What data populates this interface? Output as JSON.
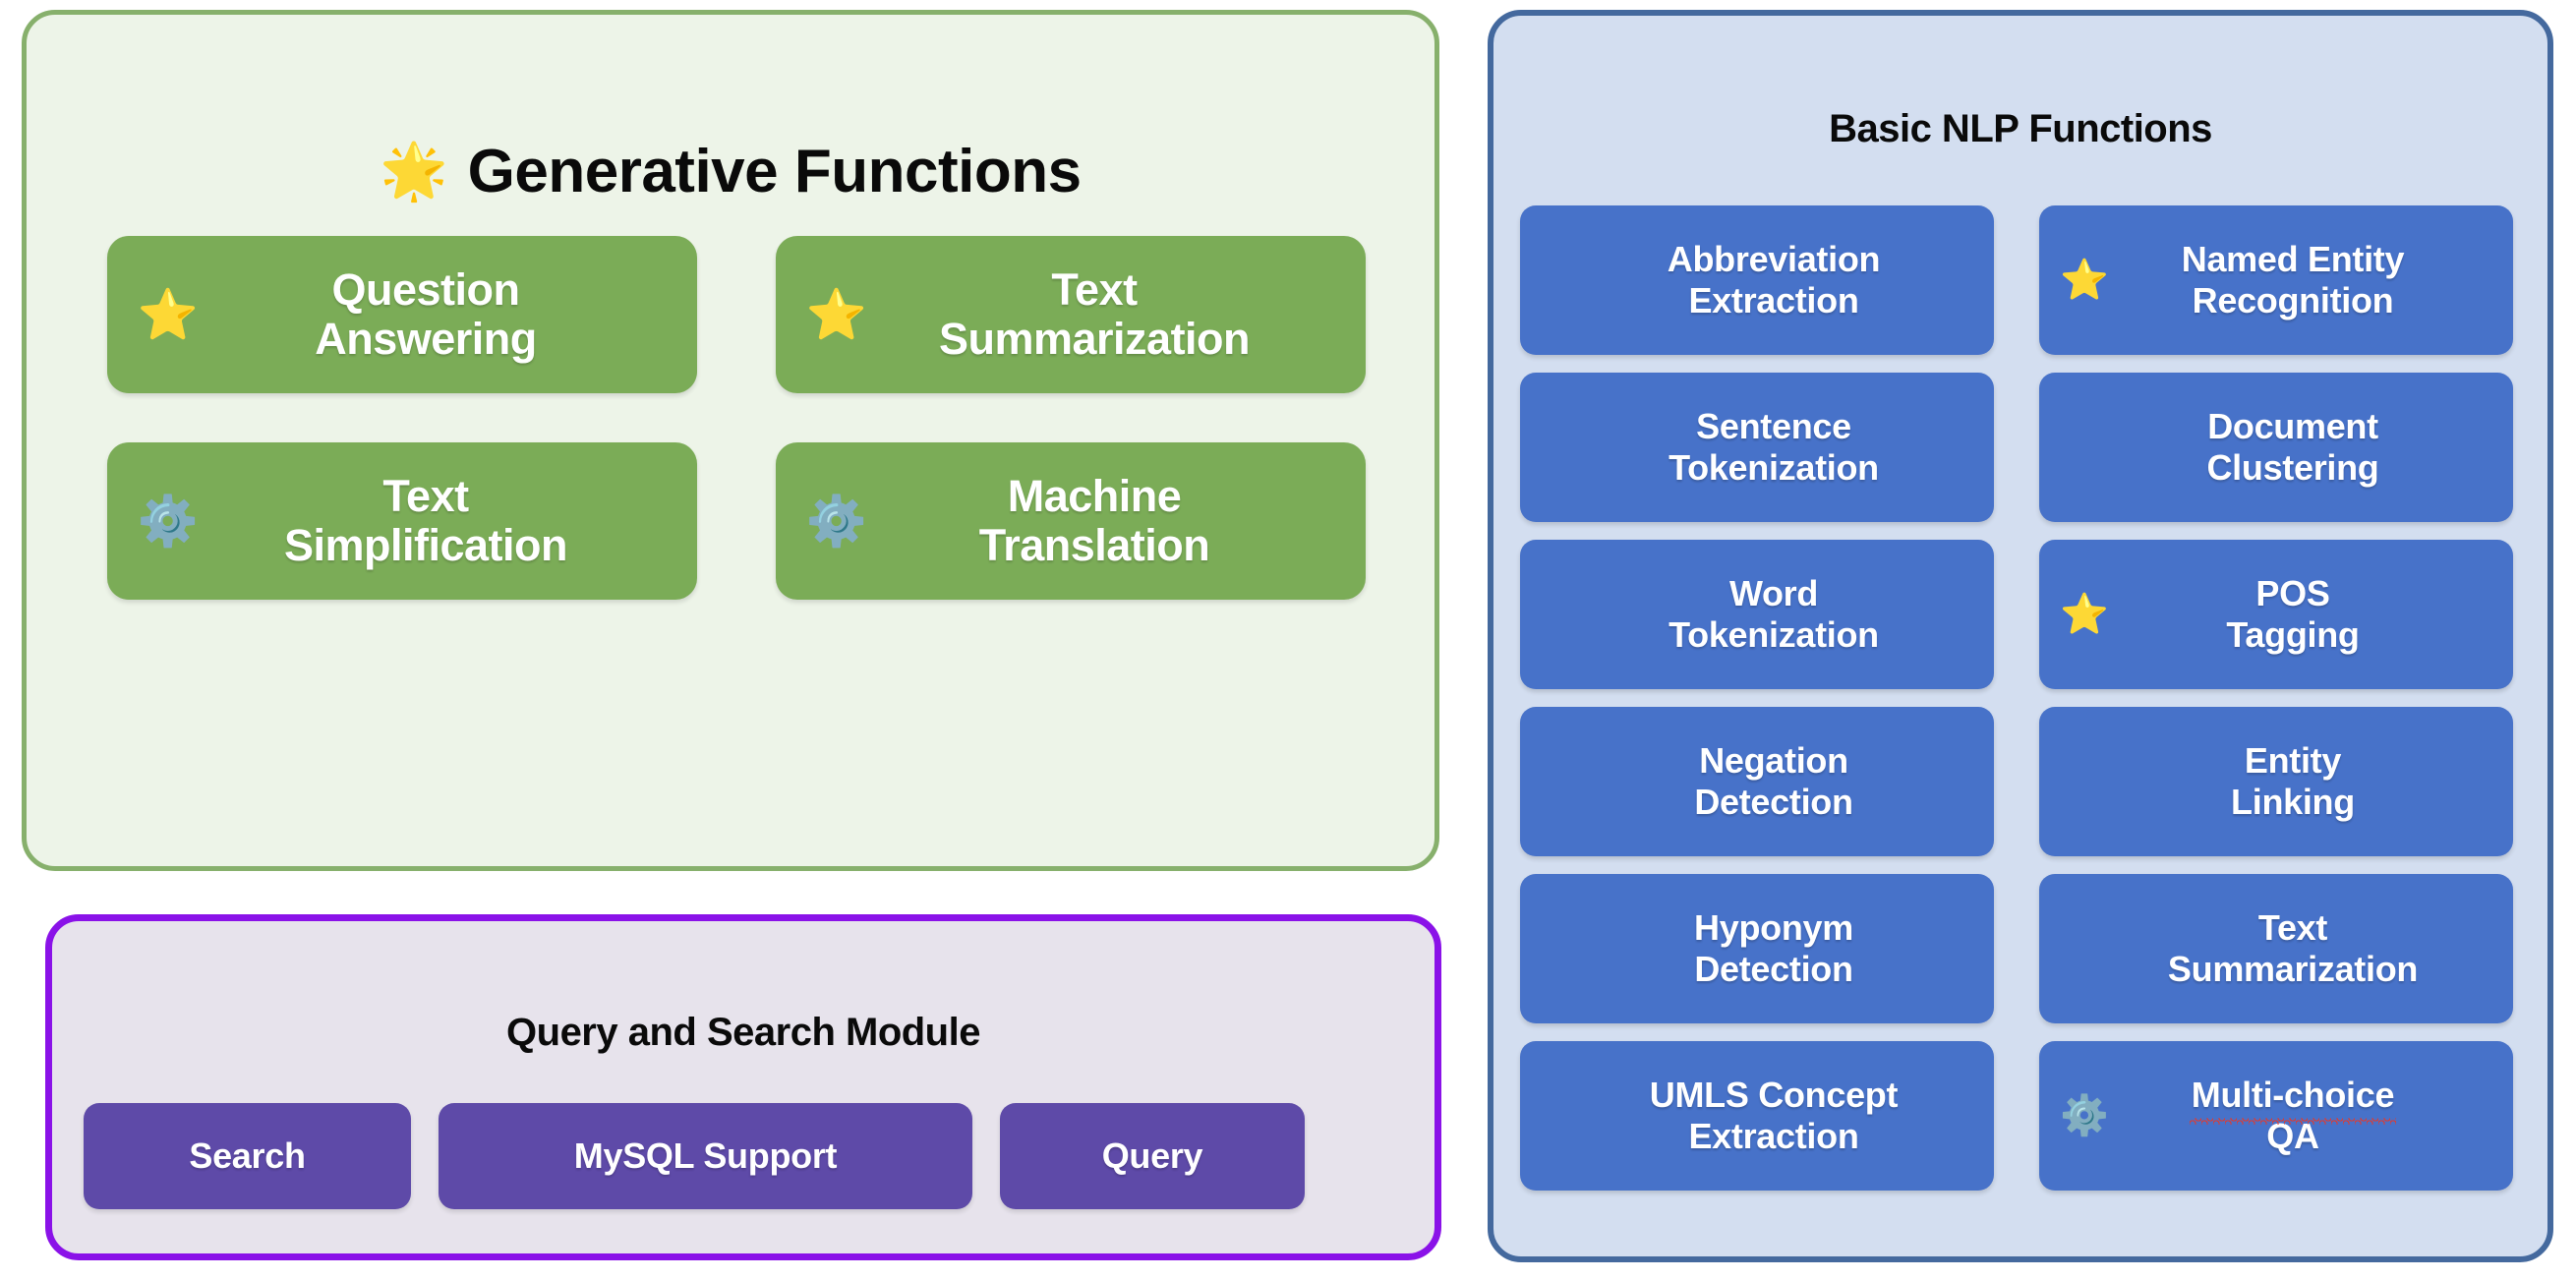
{
  "colors": {
    "generative_panel_bg": "#EDF4E8",
    "generative_panel_border": "#87B06C",
    "generative_button": "#7BAC57",
    "query_panel_bg": "#E7E3EC",
    "query_panel_border": "#8A12E8",
    "query_button": "#5E4AA8",
    "nlp_panel_bg": "#D3DEF0",
    "nlp_panel_border": "#44699E",
    "nlp_button": "#4772C9",
    "button_text": "#FFFFFF",
    "title_text": "#0A0A0A",
    "spellcheck_underline": "#E03A2F"
  },
  "generative": {
    "title": "Generative Functions",
    "title_icon": "glowing-star-emoji",
    "title_icon_glyph": "🌟",
    "buttons": [
      {
        "line1": "Question",
        "line2": "Answering",
        "icon": "star-emoji",
        "icon_glyph": "⭐"
      },
      {
        "line1": "Text",
        "line2": "Summarization",
        "icon": "star-emoji",
        "icon_glyph": "⭐"
      },
      {
        "line1": "Text",
        "line2": "Simplification",
        "icon": "gear-emoji",
        "icon_glyph": "⚙️"
      },
      {
        "line1": "Machine",
        "line2": "Translation",
        "icon": "gear-emoji",
        "icon_glyph": "⚙️"
      }
    ]
  },
  "query": {
    "title": "Query and Search Module",
    "buttons": [
      {
        "label": "Search",
        "width_class": "w-search"
      },
      {
        "label": "MySQL Support",
        "width_class": "w-mysql"
      },
      {
        "label": "Query",
        "width_class": "w-query"
      }
    ]
  },
  "nlp": {
    "title": "Basic NLP Functions",
    "buttons": [
      {
        "line1": "Abbreviation",
        "line2": "Extraction",
        "icon": null,
        "icon_glyph": "",
        "spellcheck": false
      },
      {
        "line1": "Named Entity",
        "line2": "Recognition",
        "icon": "star-emoji",
        "icon_glyph": "⭐",
        "spellcheck": false
      },
      {
        "line1": "Sentence",
        "line2": "Tokenization",
        "icon": null,
        "icon_glyph": "",
        "spellcheck": false
      },
      {
        "line1": "Document",
        "line2": "Clustering",
        "icon": null,
        "icon_glyph": "",
        "spellcheck": false
      },
      {
        "line1": "Word",
        "line2": "Tokenization",
        "icon": null,
        "icon_glyph": "",
        "spellcheck": false
      },
      {
        "line1": "POS",
        "line2": "Tagging",
        "icon": "star-emoji",
        "icon_glyph": "⭐",
        "spellcheck": false
      },
      {
        "line1": "Negation",
        "line2": "Detection",
        "icon": null,
        "icon_glyph": "",
        "spellcheck": false
      },
      {
        "line1": "Entity",
        "line2": "Linking",
        "icon": null,
        "icon_glyph": "",
        "spellcheck": false
      },
      {
        "line1": "Hyponym",
        "line2": "Detection",
        "icon": null,
        "icon_glyph": "",
        "spellcheck": false
      },
      {
        "line1": "Text",
        "line2": "Summarization",
        "icon": null,
        "icon_glyph": "",
        "spellcheck": false
      },
      {
        "line1": "UMLS Concept",
        "line2": "Extraction",
        "icon": null,
        "icon_glyph": "",
        "spellcheck": false
      },
      {
        "line1": "Multi-choice",
        "line2": "QA",
        "icon": "gear-emoji",
        "icon_glyph": "⚙️",
        "spellcheck": true
      }
    ]
  }
}
